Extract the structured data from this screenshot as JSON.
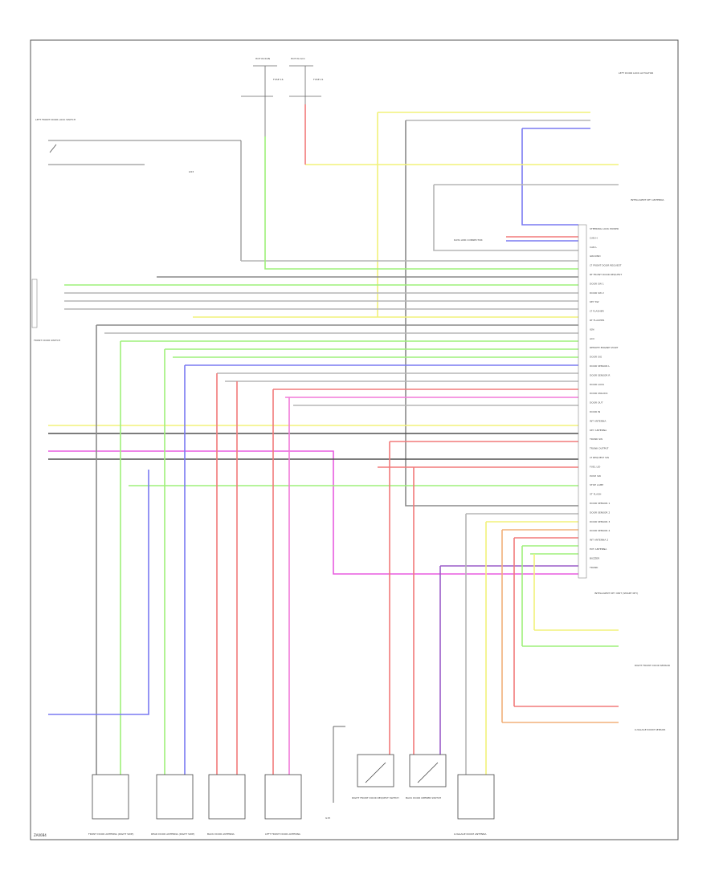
{
  "footer_code": "ZA00B4",
  "colors": {
    "yellow": "#f2f27a",
    "green": "#9ef07a",
    "blue": "#7a7af2",
    "red": "#f27a7a",
    "pink": "#f27ad8",
    "magenta": "#e85ce0",
    "orange": "#f2b07a",
    "purple": "#9a5cc8",
    "gray": "#8a8a8a",
    "light_gray": "#b5b5b5",
    "dark_gray": "#505050"
  },
  "fuses": [
    {
      "title": "HOT IN RUN",
      "fuse": "FUSE 16"
    },
    {
      "title": "HOT IN ACC",
      "fuse": "FUSE 21"
    }
  ],
  "top_left_labels": {
    "left_front_door": "LEFT FRONT DOOR LOCK SWITCH",
    "g": "G53"
  },
  "right_components": [
    {
      "name": "left door lock actuator",
      "label": "LEFT DOOR LOCK ACTUATOR"
    },
    {
      "name": "intelligent key antenna",
      "label": "INTELLIGENT KEY ANTENNA"
    },
    {
      "name": "data link connector",
      "label": "DATA LINK CONNECTOR"
    },
    {
      "name": "intelligent key unit",
      "label": "INTELLIGENT KEY UNIT (SMART KEY)"
    },
    {
      "name": "right front door sensor",
      "label": "RIGHT FRONT DOOR SENSOR"
    },
    {
      "name": "luggage room sensor",
      "label": "LUGGAGE ROOM SENSOR"
    }
  ],
  "pin_labels": [
    "STEERING LOCK POWER",
    "CAN H",
    "CAN L",
    "GROUND",
    "LT FRONT DOOR REQUEST",
    "RT FRONT DOOR REQUEST",
    "DOOR SW 1",
    "DOOR SW 2",
    "KEY SW",
    "LT FLASHER",
    "RT FLASHER",
    "IGN",
    "ACC",
    "REMOTE ENGINE START",
    "DOOR SIG",
    "DOOR SENSOR L",
    "DOOR SENSOR R",
    "DOOR LOCK",
    "DOOR UNLOCK",
    "DOOR OUT",
    "DOOR IN",
    "INT ANTENNA",
    "KEY ANTENNA",
    "TRUNK SW",
    "TRUNK OUTPUT",
    "LT REQUEST SW",
    "FUEL LID",
    "PUSH SW",
    "STOP LAMP",
    "ST FLASH",
    "DOOR SENSOR 1",
    "DOOR SENSOR 2",
    "DOOR SENSOR 3",
    "DOOR SENSOR 4",
    "INT ANTENNA 2",
    "EXT ANTENNA",
    "BUZZER",
    "TRUNK"
  ],
  "bottom_components": [
    {
      "name": "front door antenna",
      "label": "FRONT DOOR ANTENNA (RIGHT SIDE)"
    },
    {
      "name": "rear door antenna",
      "label": "REAR DOOR ANTENNA (RIGHT SIDE)"
    },
    {
      "name": "back door antenna",
      "label": "BACK DOOR ANTENNA"
    },
    {
      "name": "left front door antenna",
      "label": "LEFT FRONT DOOR ANTENNA"
    },
    {
      "name": "ground",
      "label": "G15"
    },
    {
      "name": "right front door request switch",
      "label": "RIGHT FRONT DOOR REQUEST SWITCH"
    },
    {
      "name": "back door opener switch",
      "label": "BACK DOOR OPENER SWITCH"
    },
    {
      "name": "luggage room antenna",
      "label": "LUGGAGE ROOM ANTENNA"
    }
  ],
  "left_connector_label": "FRONT DOOR SWITCH"
}
